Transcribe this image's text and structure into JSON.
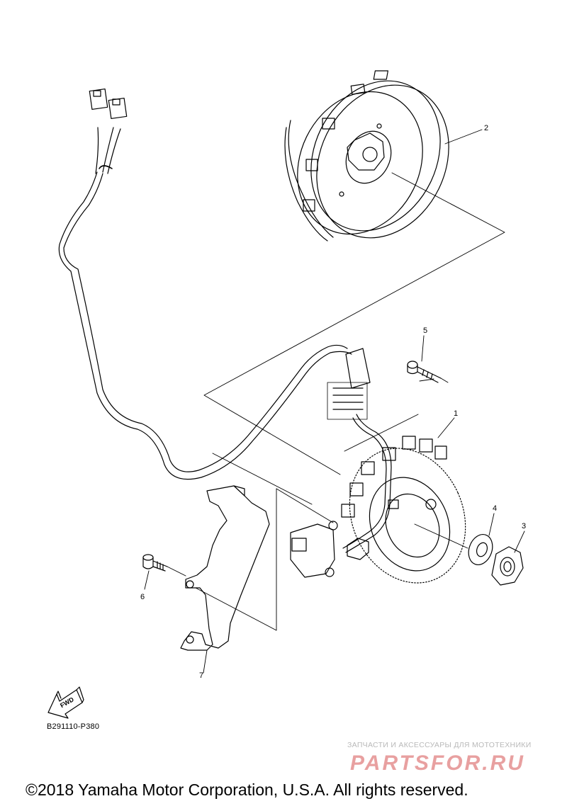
{
  "diagram": {
    "callouts": [
      {
        "id": "1",
        "label": "1"
      },
      {
        "id": "2",
        "label": "2"
      },
      {
        "id": "3",
        "label": "3"
      },
      {
        "id": "4",
        "label": "4"
      },
      {
        "id": "5",
        "label": "5"
      },
      {
        "id": "6",
        "label": "6"
      },
      {
        "id": "7",
        "label": "7"
      }
    ],
    "fwd_arrow_text": "FWD",
    "drawing_code": "B291110-P380"
  },
  "watermark": {
    "tagline": "ЗАПЧАСТИ И АКСЕССУАРЫ ДЛЯ МОТОТЕХНИКИ",
    "logo": "PARTSFOR.RU",
    "colors": {
      "logo": "#e8a0a0",
      "tagline": "#b9b9b9"
    }
  },
  "footer": {
    "copyright": "©2018 Yamaha Motor Corporation, U.S.A. All rights reserved."
  }
}
